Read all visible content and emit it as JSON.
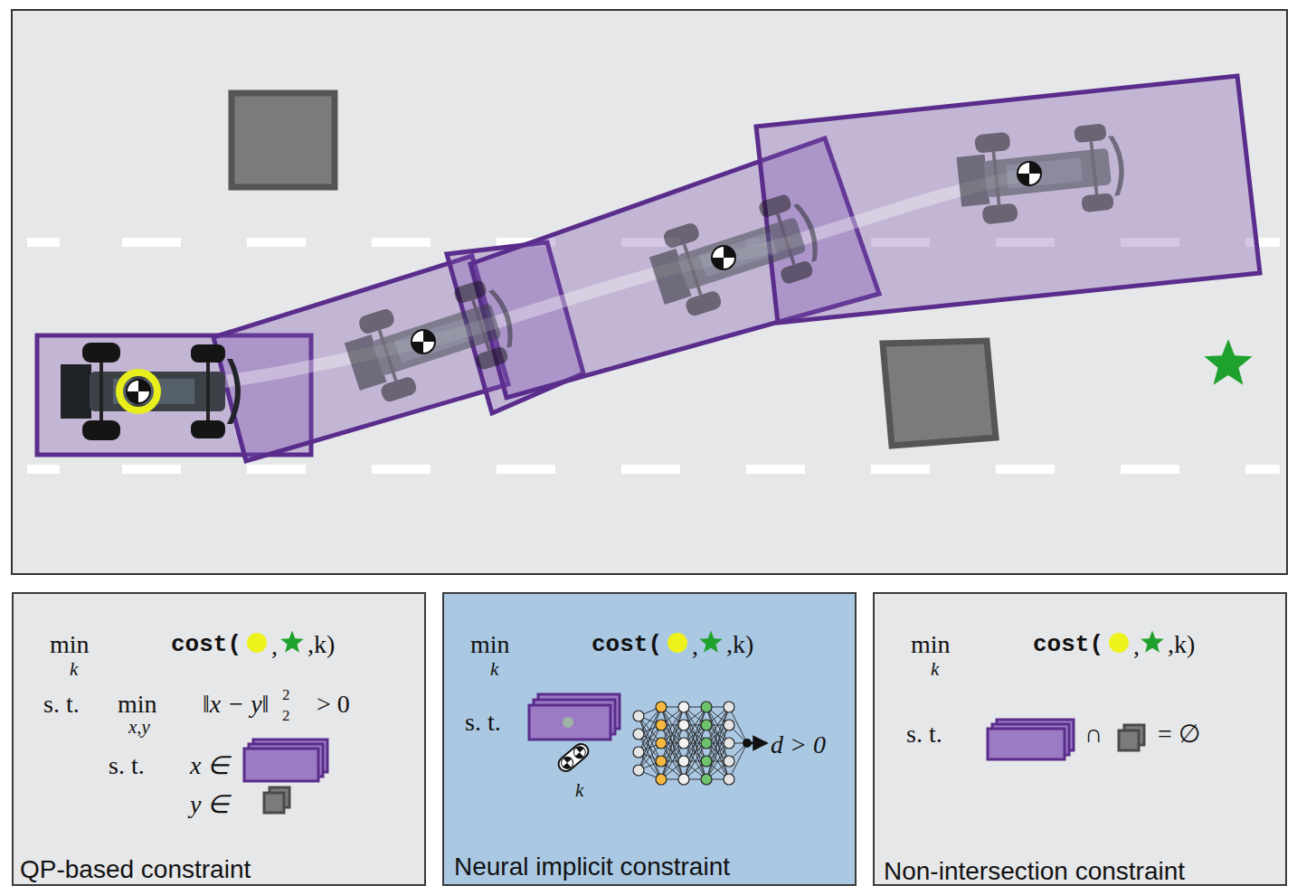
{
  "diagram": {
    "nodes": [
      {
        "text": [
          "min",
          "k",
          "cost(",
          ",",
          ",k)",
          "s. t.",
          "min",
          "x,y",
          "‖x − y‖",
          "2",
          "2",
          "> 0",
          "s. t.",
          "x ∈",
          "y ∈",
          "QP-based constraint"
        ]
      },
      {
        "text": [
          "min",
          "k",
          "cost(",
          ",",
          ",k)",
          "s. t.",
          "k",
          "d > 0",
          "Neural implicit constraint"
        ]
      },
      {
        "text": [
          "min",
          "k",
          "cost(",
          ",",
          ",k)",
          "s. t.",
          "∩",
          "= ∅",
          "Non-intersection constraint"
        ]
      }
    ]
  }
}
